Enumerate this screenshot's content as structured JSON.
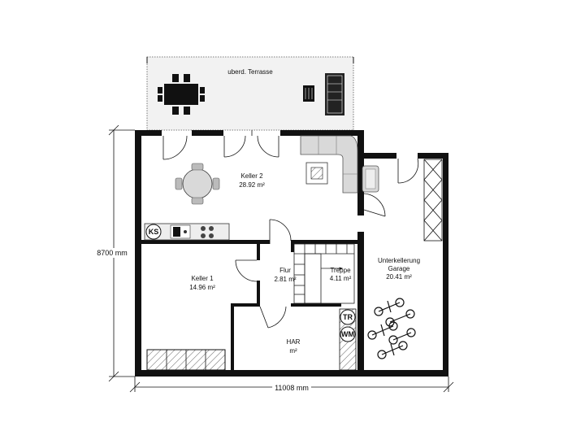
{
  "terrace": {
    "label": "uberd. Terrasse"
  },
  "rooms": {
    "keller2": {
      "name": "Keller 2",
      "area": "28.92 m²"
    },
    "keller1": {
      "name": "Keller 1",
      "area": "14.96 m²"
    },
    "flur": {
      "name": "Flur",
      "area": "2.81 m²"
    },
    "treppe": {
      "name": "Treppe",
      "area": "4.11 m²"
    },
    "garage": {
      "name_line1": "Unterkellerung",
      "name_line2": "Garage",
      "area": "20.41 m²"
    },
    "har": {
      "name": "HAR",
      "area": "m²"
    }
  },
  "fixtures": {
    "ks": "KS",
    "tr": "TR",
    "wm": "WM"
  },
  "dimensions": {
    "height": "8700 mm",
    "width": "11008 mm"
  }
}
